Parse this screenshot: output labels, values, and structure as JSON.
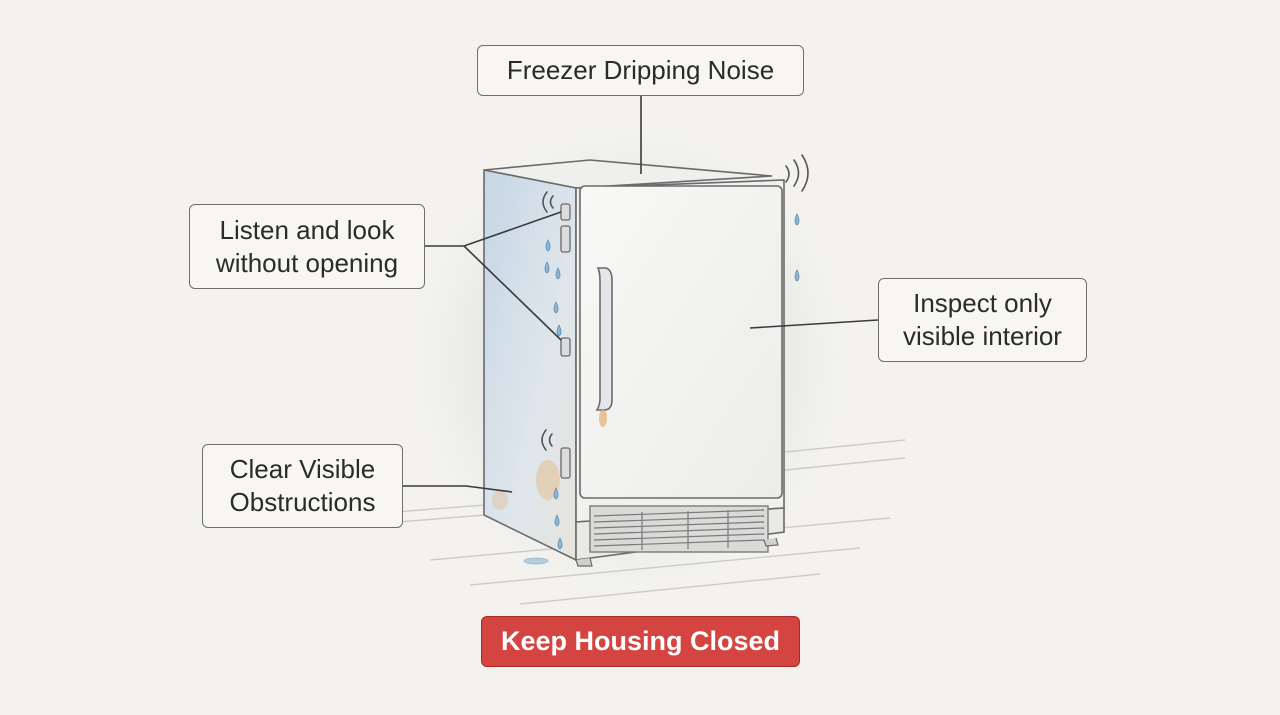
{
  "diagram": {
    "title": "Freezer Dripping Noise",
    "callouts": {
      "listen": [
        "Listen and look",
        "without opening"
      ],
      "inspect": [
        "Inspect only",
        "visible interior"
      ],
      "clear": [
        "Clear Visible",
        "Obstructions"
      ]
    },
    "warning": "Keep Housing Closed"
  },
  "colors": {
    "background": "#f3f2ee",
    "callout_border": "#6e6e6e",
    "warning_fill": "#d44440",
    "warning_text": "#ffffff",
    "water_drops": "#8fb6d6"
  }
}
